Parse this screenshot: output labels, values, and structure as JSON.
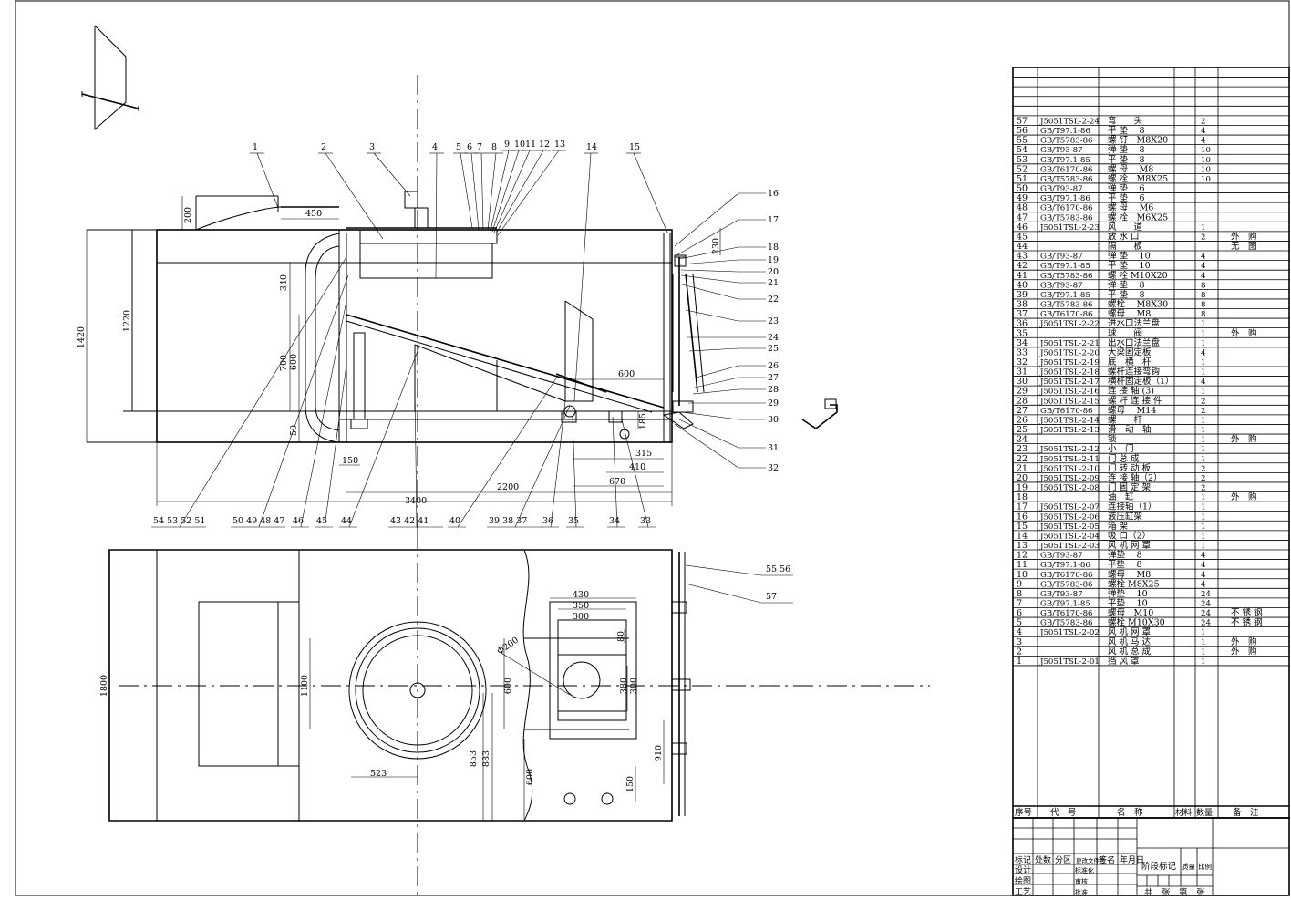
{
  "drawing": {
    "callouts_top": [
      {
        "num": "1"
      },
      {
        "num": "2"
      },
      {
        "num": "3"
      },
      {
        "num": "4"
      },
      {
        "num": "5"
      },
      {
        "num": "6"
      },
      {
        "num": "7"
      },
      {
        "num": "8"
      },
      {
        "num": "9"
      },
      {
        "num": "10"
      },
      {
        "num": "11"
      },
      {
        "num": "12"
      },
      {
        "num": "13"
      },
      {
        "num": "14"
      },
      {
        "num": "15"
      }
    ],
    "callouts_right": [
      {
        "num": "16"
      },
      {
        "num": "17"
      },
      {
        "num": "18"
      },
      {
        "num": "19"
      },
      {
        "num": "20"
      },
      {
        "num": "21"
      },
      {
        "num": "22"
      },
      {
        "num": "23"
      },
      {
        "num": "24"
      },
      {
        "num": "25"
      },
      {
        "num": "26"
      },
      {
        "num": "27"
      },
      {
        "num": "28"
      },
      {
        "num": "29"
      },
      {
        "num": "30"
      },
      {
        "num": "31"
      },
      {
        "num": "32"
      }
    ],
    "callouts_bottom": [
      {
        "num": "54  53  52  51"
      },
      {
        "num": "50  49  48  47"
      },
      {
        "num": "46"
      },
      {
        "num": "45"
      },
      {
        "num": "44"
      },
      {
        "num": "43  42  41"
      },
      {
        "num": "40"
      },
      {
        "num": "39  38  37"
      },
      {
        "num": "36"
      },
      {
        "num": "35"
      },
      {
        "num": "34"
      },
      {
        "num": "33"
      }
    ],
    "callouts_plan": [
      {
        "num": "55  56"
      },
      {
        "num": "57"
      }
    ],
    "dims_h": [
      "450",
      "600",
      "315",
      "410",
      "670",
      "2200",
      "3400",
      "150",
      "430",
      "350",
      "300",
      "523"
    ],
    "dims_v": [
      "200",
      "1420",
      "1220",
      "340",
      "700",
      "600",
      "50",
      "185",
      "230",
      "1800",
      "1100",
      "600",
      "853",
      "883",
      "600",
      "150",
      "910",
      "80",
      "380",
      "300"
    ],
    "dim_phi": "Φ200"
  },
  "bom": {
    "rows": [
      {
        "no": "57",
        "code": "J5051TSL-2-24",
        "name": "弯　　头",
        "mat": "",
        "qty": "2",
        "note": ""
      },
      {
        "no": "56",
        "code": "GB/T97.1-86",
        "name": "平 垫　 8",
        "mat": "",
        "qty": "4",
        "note": ""
      },
      {
        "no": "55",
        "code": "GB/T5783-86",
        "name": "螺 钉　M8X20",
        "mat": "",
        "qty": "4",
        "note": ""
      },
      {
        "no": "54",
        "code": "GB/T93-87",
        "name": "弹 垫　 8",
        "mat": "",
        "qty": "10",
        "note": ""
      },
      {
        "no": "53",
        "code": "GB/T97.1-85",
        "name": "平 垫　 8",
        "mat": "",
        "qty": "10",
        "note": ""
      },
      {
        "no": "52",
        "code": "GB/T6170-86",
        "name": "螺 母　 M8",
        "mat": "",
        "qty": "10",
        "note": ""
      },
      {
        "no": "51",
        "code": "GB/T5783-86",
        "name": "螺 栓　M8X25",
        "mat": "",
        "qty": "10",
        "note": ""
      },
      {
        "no": "50",
        "code": "GB/T93-87",
        "name": "弹 垫　 6",
        "mat": "",
        "qty": "",
        "note": ""
      },
      {
        "no": "49",
        "code": "GB/T97.1-86",
        "name": "平 垫　 6",
        "mat": "",
        "qty": "",
        "note": ""
      },
      {
        "no": "48",
        "code": "GB/T6170-86",
        "name": "螺 母　 M6",
        "mat": "",
        "qty": "",
        "note": ""
      },
      {
        "no": "47",
        "code": "GB/T5783-86",
        "name": "螺 栓　M6X25",
        "mat": "",
        "qty": "",
        "note": ""
      },
      {
        "no": "46",
        "code": "J5051TSL-2-23",
        "name": "风　　道",
        "mat": "",
        "qty": "1",
        "note": ""
      },
      {
        "no": "45",
        "code": "",
        "name": "放 水 口",
        "mat": "",
        "qty": "2",
        "note": "外　购"
      },
      {
        "no": "44",
        "code": "",
        "name": "隔　　板",
        "mat": "",
        "qty": "",
        "note": "无　图"
      },
      {
        "no": "43",
        "code": "GB/T93-87",
        "name": "弹 垫　 10",
        "mat": "",
        "qty": "4",
        "note": ""
      },
      {
        "no": "42",
        "code": "GB/T97.1-85",
        "name": "平 垫　 10",
        "mat": "",
        "qty": "4",
        "note": ""
      },
      {
        "no": "41",
        "code": "GB/T5783-86",
        "name": "螺 栓 M10X20",
        "mat": "",
        "qty": "4",
        "note": ""
      },
      {
        "no": "40",
        "code": "GB/T93-87",
        "name": "弹 垫　 8",
        "mat": "",
        "qty": "8",
        "note": ""
      },
      {
        "no": "39",
        "code": "GB/T97.1-85",
        "name": "平 垫　 8",
        "mat": "",
        "qty": "8",
        "note": ""
      },
      {
        "no": "38",
        "code": "GB/T5783-86",
        "name": "螺栓　 M8X30",
        "mat": "",
        "qty": "8",
        "note": ""
      },
      {
        "no": "37",
        "code": "GB/T6170-86",
        "name": "螺母　 M8",
        "mat": "",
        "qty": "8",
        "note": ""
      },
      {
        "no": "36",
        "code": "J5051TSL-2-22",
        "name": "进水口法兰盘",
        "mat": "",
        "qty": "1",
        "note": ""
      },
      {
        "no": "35",
        "code": "",
        "name": "球　　阀",
        "mat": "",
        "qty": "1",
        "note": "外　购"
      },
      {
        "no": "34",
        "code": "J5051TSL-2-21",
        "name": "出水口法兰盘",
        "mat": "",
        "qty": "1",
        "note": ""
      },
      {
        "no": "33",
        "code": "J5051TSL-2-20",
        "name": "大梁固定板",
        "mat": "",
        "qty": "4",
        "note": ""
      },
      {
        "no": "32",
        "code": "J5051TSL-2-19",
        "name": "底　横　杆",
        "mat": "",
        "qty": "1",
        "note": ""
      },
      {
        "no": "31",
        "code": "J5051TSL-2-18",
        "name": "螺杆连接弯钩",
        "mat": "",
        "qty": "1",
        "note": ""
      },
      {
        "no": "30",
        "code": "J5051TSL-2-17",
        "name": "横杆固定板（1）",
        "mat": "",
        "qty": "4",
        "note": ""
      },
      {
        "no": "29",
        "code": "J5051TSL-2-16",
        "name": "连 接 轴 (3)",
        "mat": "",
        "qty": "1",
        "note": ""
      },
      {
        "no": "28",
        "code": "J5051TSL-2-15",
        "name": "螺 杆 连 接 件",
        "mat": "",
        "qty": "2",
        "note": ""
      },
      {
        "no": "27",
        "code": "GB/T6170-86",
        "name": "螺母　 M14",
        "mat": "",
        "qty": "2",
        "note": ""
      },
      {
        "no": "26",
        "code": "J5051TSL-2-14",
        "name": "螺　　杆",
        "mat": "",
        "qty": "1",
        "note": ""
      },
      {
        "no": "25",
        "code": "J5051TSL-2-13",
        "name": "滑　动　轴",
        "mat": "",
        "qty": "1",
        "note": ""
      },
      {
        "no": "24",
        "code": "",
        "name": "锁",
        "mat": "",
        "qty": "1",
        "note": "外　购"
      },
      {
        "no": "23",
        "code": "J5051TSL-2-12",
        "name": "小　门",
        "mat": "",
        "qty": "1",
        "note": ""
      },
      {
        "no": "22",
        "code": "J5051TSL-2-11",
        "name": "门 总 成",
        "mat": "",
        "qty": "1",
        "note": ""
      },
      {
        "no": "21",
        "code": "J5051TSL-2-10",
        "name": "门 转 动 板",
        "mat": "",
        "qty": "2",
        "note": ""
      },
      {
        "no": "20",
        "code": "J5051TSL-2-09",
        "name": "连 接 轴（2）",
        "mat": "",
        "qty": "2",
        "note": ""
      },
      {
        "no": "19",
        "code": "J5051TSL-2-08",
        "name": "门 固 定 架",
        "mat": "",
        "qty": "2",
        "note": ""
      },
      {
        "no": "18",
        "code": "",
        "name": "油　缸",
        "mat": "",
        "qty": "1",
        "note": "外　购"
      },
      {
        "no": "17",
        "code": "J5051TSL-2-07",
        "name": "连接轴（1）",
        "mat": "",
        "qty": "1",
        "note": ""
      },
      {
        "no": "16",
        "code": "J5051TSL-2-06",
        "name": "液压缸架",
        "mat": "",
        "qty": "1",
        "note": ""
      },
      {
        "no": "15",
        "code": "J5051TSL-2-05",
        "name": "箱 架",
        "mat": "",
        "qty": "1",
        "note": ""
      },
      {
        "no": "14",
        "code": "J5051TSL-2-04",
        "name": "吸 口（2）",
        "mat": "",
        "qty": "1",
        "note": ""
      },
      {
        "no": "13",
        "code": "J5051TSL-2-03",
        "name": "风 机 网 罩",
        "mat": "",
        "qty": "1",
        "note": ""
      },
      {
        "no": "12",
        "code": "GB/T93-87",
        "name": "弹垫　 8",
        "mat": "",
        "qty": "4",
        "note": ""
      },
      {
        "no": "11",
        "code": "GB/T97.1-86",
        "name": "平垫　 8",
        "mat": "",
        "qty": "4",
        "note": ""
      },
      {
        "no": "10",
        "code": "GB/T6170-86",
        "name": "螺母　 M8",
        "mat": "",
        "qty": "4",
        "note": ""
      },
      {
        "no": "9",
        "code": "GB/T5783-86",
        "name": "螺栓 M8X25",
        "mat": "",
        "qty": "4",
        "note": ""
      },
      {
        "no": "8",
        "code": "GB/T93-87",
        "name": "弹垫　 10",
        "mat": "",
        "qty": "24",
        "note": ""
      },
      {
        "no": "7",
        "code": "GB/T97.1-85",
        "name": "平垫　 10",
        "mat": "",
        "qty": "24",
        "note": ""
      },
      {
        "no": "6",
        "code": "GB/T6170-86",
        "name": "螺母　M10",
        "mat": "",
        "qty": "24",
        "note": "不 锈 钢"
      },
      {
        "no": "5",
        "code": "GB/T5783-86",
        "name": "螺栓 M10X30",
        "mat": "",
        "qty": "24",
        "note": "不 锈 钢"
      },
      {
        "no": "4",
        "code": "J5051TSL-2-02",
        "name": "风 机 网 罩",
        "mat": "",
        "qty": "1",
        "note": ""
      },
      {
        "no": "3",
        "code": "",
        "name": "风 机 马 达",
        "mat": "",
        "qty": "1",
        "note": "外　购"
      },
      {
        "no": "2",
        "code": "",
        "name": "风 机 总 成",
        "mat": "",
        "qty": "1",
        "note": "外　购"
      },
      {
        "no": "1",
        "code": "J5051TSL-2-01",
        "name": "挡 风 罩",
        "mat": "",
        "qty": "1",
        "note": ""
      }
    ],
    "header": {
      "no": "序号",
      "code": "代　号",
      "name": "名　称",
      "mat": "材料",
      "qty": "数量",
      "note": "备　注"
    }
  },
  "titleblock": {
    "row1": [
      "标记",
      "处数",
      "分区",
      "更改文件号",
      "签名",
      "年月日"
    ],
    "roles": [
      "设计",
      "绘图",
      "工艺"
    ],
    "mid": [
      "标准化",
      "审核",
      "批准"
    ],
    "stage": "阶段标记",
    "weight": "质量",
    "scale": "比例",
    "sheets": "共　张　第　张"
  }
}
